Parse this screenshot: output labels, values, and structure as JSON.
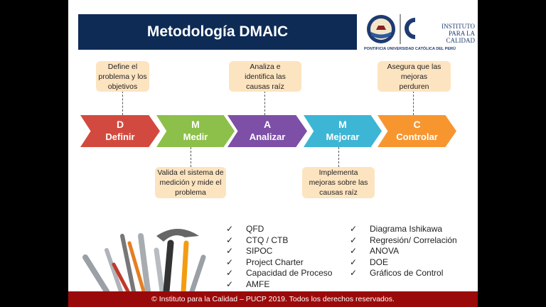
{
  "title": "Metodología DMAIC",
  "logo": {
    "institute": "INSTITUTO PARA LA CALIDAD",
    "university": "PONTIFICIA UNIVERSIDAD CATÓLICA DEL PERÚ"
  },
  "phases": [
    {
      "letter": "D",
      "name": "Definir",
      "color": "#d24a3f",
      "note": "Define el problema y los objetivos"
    },
    {
      "letter": "M",
      "name": "Medir",
      "color": "#8cc04a",
      "note": "Valida el sistema de medición y mide el problema"
    },
    {
      "letter": "A",
      "name": "Analizar",
      "color": "#7d4fa6",
      "note": "Analiza e identifica las causas raíz"
    },
    {
      "letter": "M",
      "name": "Mejorar",
      "color": "#3db5d4",
      "note": "Implementa mejoras sobre las causas raíz"
    },
    {
      "letter": "C",
      "name": "Controlar",
      "color": "#f7962f",
      "note": "Asegura que las mejoras perduren"
    }
  ],
  "check_mark": "✓",
  "tools_col1": [
    "QFD",
    "CTQ / CTB",
    "SIPOC",
    "Project Charter",
    "Capacidad de Proceso",
    "AMFE"
  ],
  "tools_col2": [
    "Diagrama Ishikawa",
    "Regresión/ Correlación",
    "ANOVA",
    "DOE",
    "Gráficos de Control"
  ],
  "footer": "© Instituto para la Calidad – PUCP 2019.  Todos los derechos reservados."
}
